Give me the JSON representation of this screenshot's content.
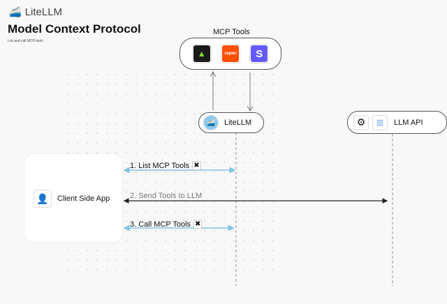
{
  "header": {
    "brand": "LiteLLM",
    "title": "Model Context Protocol",
    "subtitle": "List and call MCP tools"
  },
  "mcp_tools": {
    "label": "MCP Tools",
    "tools": [
      {
        "name": "app-logo-icon",
        "color": "#1a1a1a"
      },
      {
        "name": "zapier",
        "label": "zapier",
        "color": "#ff4f00"
      },
      {
        "name": "stripe",
        "label": "S",
        "color": "#635bff"
      }
    ]
  },
  "litellm": {
    "label": "LiteLLM"
  },
  "llm_api": {
    "label": "LLM API"
  },
  "client": {
    "label": "Client Side App"
  },
  "steps": [
    {
      "label": "1. List MCP Tools",
      "color": "#7cc4e4"
    },
    {
      "label": "2. Send Tools to LLM",
      "color": "#222222"
    },
    {
      "label": "3. Call MCP Tools",
      "color": "#7cc4e4"
    }
  ]
}
